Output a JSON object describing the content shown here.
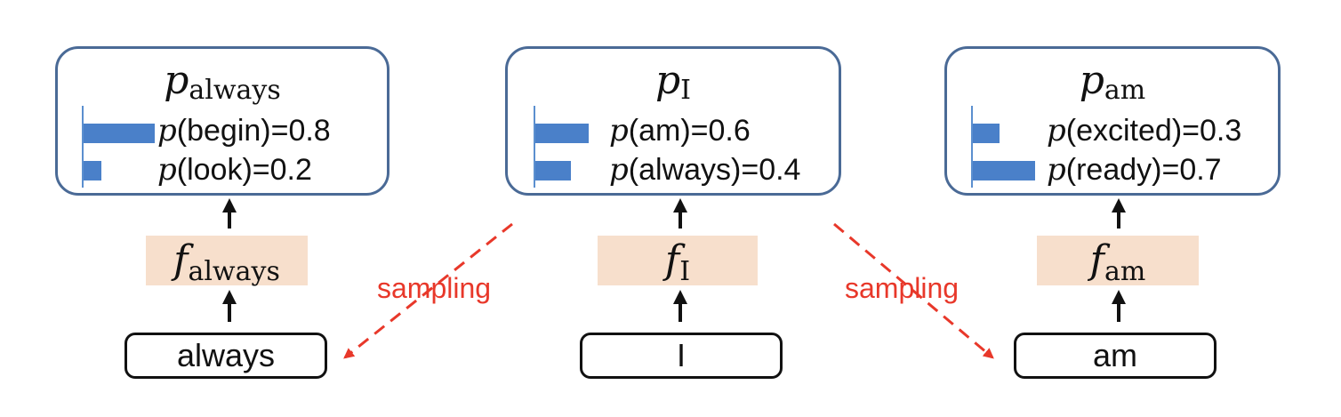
{
  "columns": [
    {
      "id": "always",
      "dist_symbol": "p",
      "dist_subscript": "always",
      "feature_symbol": "f",
      "feature_subscript": "always",
      "token": "always",
      "probs": [
        {
          "p": "p",
          "label": "(begin)=0.8",
          "value": 0.8
        },
        {
          "p": "p",
          "label": "(look)=0.2",
          "value": 0.2
        }
      ]
    },
    {
      "id": "I",
      "dist_symbol": "p",
      "dist_subscript": "I",
      "feature_symbol": "f",
      "feature_subscript": "I",
      "token": "I",
      "probs": [
        {
          "p": "p",
          "label": "(am)=0.6",
          "value": 0.6
        },
        {
          "p": "p",
          "label": "(always)=0.4",
          "value": 0.4
        }
      ]
    },
    {
      "id": "am",
      "dist_symbol": "p",
      "dist_subscript": "am",
      "feature_symbol": "f",
      "feature_subscript": "am",
      "token": "am",
      "probs": [
        {
          "p": "p",
          "label": "(excited)=0.3",
          "value": 0.3
        },
        {
          "p": "p",
          "label": "(ready)=0.7",
          "value": 0.7
        }
      ]
    }
  ],
  "sampling": [
    "sampling",
    "sampling"
  ],
  "colors": {
    "box_border": "#4a6a96",
    "bar": "#4a80c9",
    "feature_fill": "#f7dfcc",
    "sampling": "#e8382a"
  }
}
